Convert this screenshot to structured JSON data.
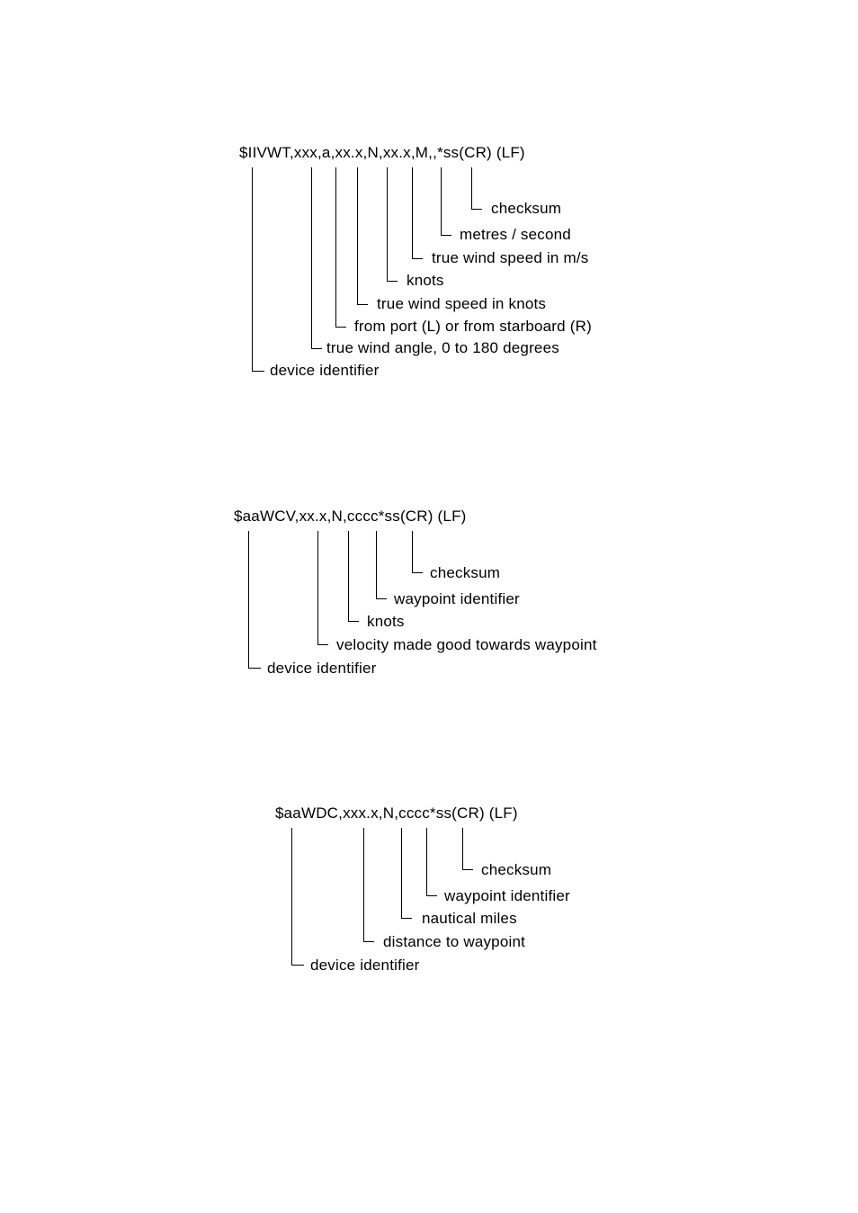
{
  "diagrams": [
    {
      "sentence": "$IIVWT,xxx,a,xx.x,N,xx.x,M,,*ss(CR) (LF)",
      "fields": [
        {
          "label": "checksum"
        },
        {
          "label": "metres / second"
        },
        {
          "label": "true wind speed in m/s"
        },
        {
          "label": "knots"
        },
        {
          "label": "true wind speed in knots"
        },
        {
          "label": "from port (L) or from starboard (R)"
        },
        {
          "label": "true wind angle, 0 to 180 degrees"
        },
        {
          "label": "device identifier"
        }
      ]
    },
    {
      "sentence": "$aaWCV,xx.x,N,cccc*ss(CR) (LF)",
      "fields": [
        {
          "label": "checksum"
        },
        {
          "label": "waypoint identifier"
        },
        {
          "label": "knots"
        },
        {
          "label": "velocity made good towards waypoint"
        },
        {
          "label": "device identifier"
        }
      ]
    },
    {
      "sentence": "$aaWDC,xxx.x,N,cccc*ss(CR) (LF)",
      "fields": [
        {
          "label": "checksum"
        },
        {
          "label": "waypoint identifier"
        },
        {
          "label": "nautical miles"
        },
        {
          "label": "distance to waypoint"
        },
        {
          "label": "device identifier"
        }
      ]
    }
  ]
}
